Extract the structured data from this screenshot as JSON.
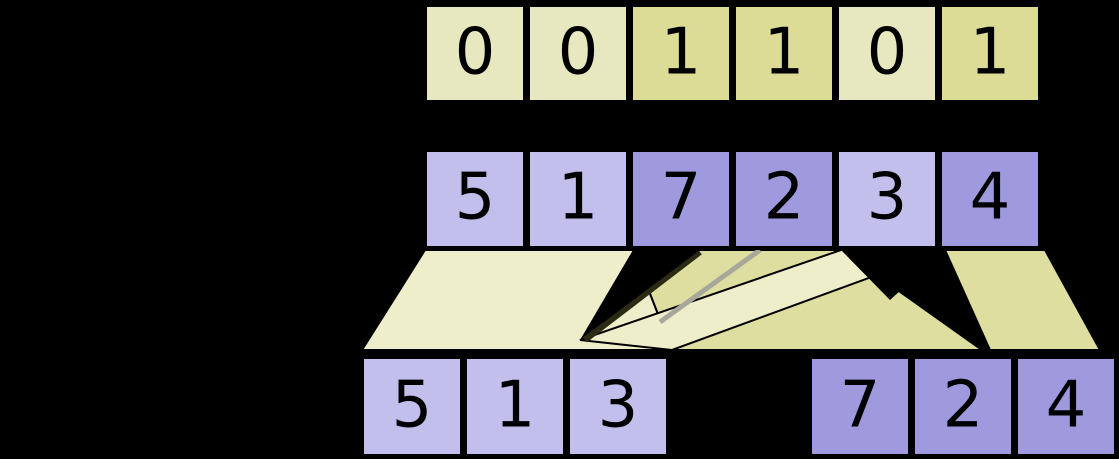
{
  "diagram": {
    "kind": "array-partition-diagram",
    "background_color": "#000000",
    "stroke_color": "#000000",
    "palette": {
      "flag_zero_fill": "#e8e8c0",
      "flag_one_fill": "#dcdc96",
      "value_zero_fill": "#c3bfec",
      "value_one_fill": "#9f9ade",
      "connector_light_fill": "#eeeecb",
      "connector_dark_fill": "#dedea0",
      "connector_line_dark": "#2b2b14",
      "connector_line_gray": "#a8a89a"
    },
    "rows": {
      "flags": {
        "name": "flags-row",
        "cells": [
          {
            "label": "0",
            "bit": 0
          },
          {
            "label": "0",
            "bit": 0
          },
          {
            "label": "1",
            "bit": 1
          },
          {
            "label": "1",
            "bit": 1
          },
          {
            "label": "0",
            "bit": 0
          },
          {
            "label": "1",
            "bit": 1
          }
        ]
      },
      "values": {
        "name": "values-row",
        "cells": [
          {
            "label": "5",
            "bit": 0
          },
          {
            "label": "1",
            "bit": 0
          },
          {
            "label": "7",
            "bit": 1
          },
          {
            "label": "2",
            "bit": 1
          },
          {
            "label": "3",
            "bit": 0
          },
          {
            "label": "4",
            "bit": 1
          }
        ]
      },
      "result": {
        "name": "result-row",
        "left_group": {
          "name": "result-group-zeros",
          "cells": [
            {
              "label": "5",
              "bit": 0
            },
            {
              "label": "1",
              "bit": 0
            },
            {
              "label": "3",
              "bit": 0
            }
          ]
        },
        "right_group": {
          "name": "result-group-ones",
          "cells": [
            {
              "label": "7",
              "bit": 1
            },
            {
              "label": "2",
              "bit": 1
            },
            {
              "label": "4",
              "bit": 1
            }
          ]
        }
      }
    }
  }
}
